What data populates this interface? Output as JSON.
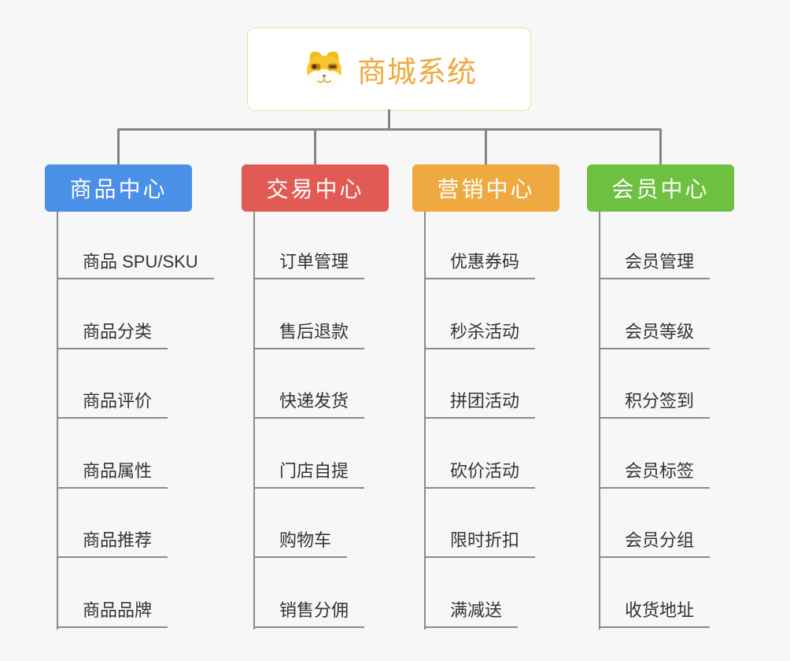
{
  "root": {
    "title": "商城系统",
    "icon": "dog-face-icon"
  },
  "branches": [
    {
      "label": "商品中心",
      "color": "#4a8fe8",
      "items": [
        "商品 SPU/SKU",
        "商品分类",
        "商品评价",
        "商品属性",
        "商品推荐",
        "商品品牌"
      ]
    },
    {
      "label": "交易中心",
      "color": "#e15a54",
      "items": [
        "订单管理",
        "售后退款",
        "快递发货",
        "门店自提",
        "购物车",
        "销售分佣"
      ]
    },
    {
      "label": "营销中心",
      "color": "#eea940",
      "items": [
        "优惠券码",
        "秒杀活动",
        "拼团活动",
        "砍价活动",
        "限时折扣",
        "满减送"
      ]
    },
    {
      "label": "会员中心",
      "color": "#6ec040",
      "items": [
        "会员管理",
        "会员等级",
        "积分签到",
        "会员标签",
        "会员分组",
        "收货地址"
      ]
    }
  ],
  "colors": {
    "background": "#f7f7f7",
    "root_title": "#f0a93c",
    "root_border": "#f2b04b",
    "connector": "#848484",
    "underline": "#8a8a8a",
    "item_text": "#333333"
  }
}
